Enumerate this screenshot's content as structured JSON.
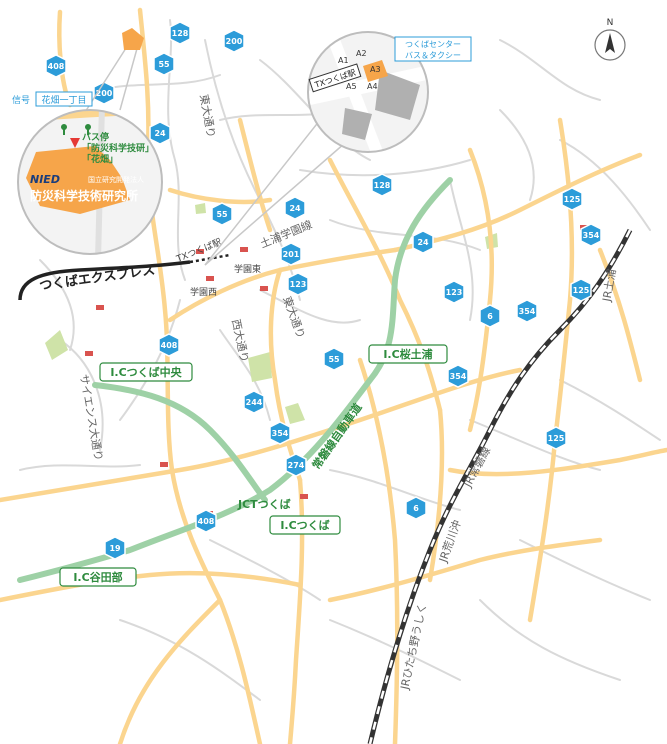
{
  "north_label": "N",
  "road_labels": {
    "higashi_odori_north": "東大通り",
    "higashi_odori_south": "東大通り",
    "nishi_odori": "西大通り",
    "science_odori": "サイエンス大通り",
    "tsuchiura_gakuen": "土浦学園線",
    "joban_expressway": "常磐線自動車道",
    "tx_line": "つくばエクスプレス",
    "jr_joban": "JR常磐線",
    "jr_tsuchiura": "JR土浦",
    "jr_arakawaoki": "JR荒川沖",
    "jr_hitachinoushiku": "JRひたち野うしく"
  },
  "stations": {
    "tsukuba": "TXつくば駅",
    "gakuen_higashi": "学園東",
    "gakuen_nishi": "学園西"
  },
  "interchanges": {
    "tsukuba_chuo": "I.Cつくば中央",
    "sakura_tsuchiura": "I.C桜土浦",
    "tsukuba": "I.Cつくば",
    "yatabe": "I.C谷田部",
    "jct_tsukuba": "JCTつくば"
  },
  "route_shields": [
    {
      "num": "128"
    },
    {
      "num": "200"
    },
    {
      "num": "408"
    },
    {
      "num": "55"
    },
    {
      "num": "200"
    },
    {
      "num": "24"
    },
    {
      "num": "128"
    },
    {
      "num": "55"
    },
    {
      "num": "24"
    },
    {
      "num": "201"
    },
    {
      "num": "24"
    },
    {
      "num": "123"
    },
    {
      "num": "123"
    },
    {
      "num": "125"
    },
    {
      "num": "354"
    },
    {
      "num": "125"
    },
    {
      "num": "6"
    },
    {
      "num": "354"
    },
    {
      "num": "408"
    },
    {
      "num": "55"
    },
    {
      "num": "354"
    },
    {
      "num": "244"
    },
    {
      "num": "354"
    },
    {
      "num": "274"
    },
    {
      "num": "125"
    },
    {
      "num": "408"
    },
    {
      "num": "6"
    },
    {
      "num": "19"
    }
  ],
  "inset_nied": {
    "signal_label": "信号",
    "intersection": "花畑一丁目",
    "bus_stop_title": "バス停",
    "bus_stop_line1": "「防災科学技研」",
    "bus_stop_line2": "「花畑」",
    "logo": "NIED",
    "org_type": "国立研究開発法人",
    "org_name": "防災科学技術研究所"
  },
  "inset_station": {
    "station_label": "TXつくば駅",
    "exits": [
      "A1",
      "A2",
      "A3",
      "A4",
      "A5"
    ],
    "bus_center_line1": "つくばセンター",
    "bus_center_line2": "バス＆タクシー"
  },
  "colors": {
    "road": "#fbd58f",
    "expressway": "#9ed1a6",
    "expressway_label": "#2e8b3e",
    "route_shield": "#2c9cd9",
    "nied_area": "#f6a54a",
    "minor_road": "#d9d9d9"
  }
}
